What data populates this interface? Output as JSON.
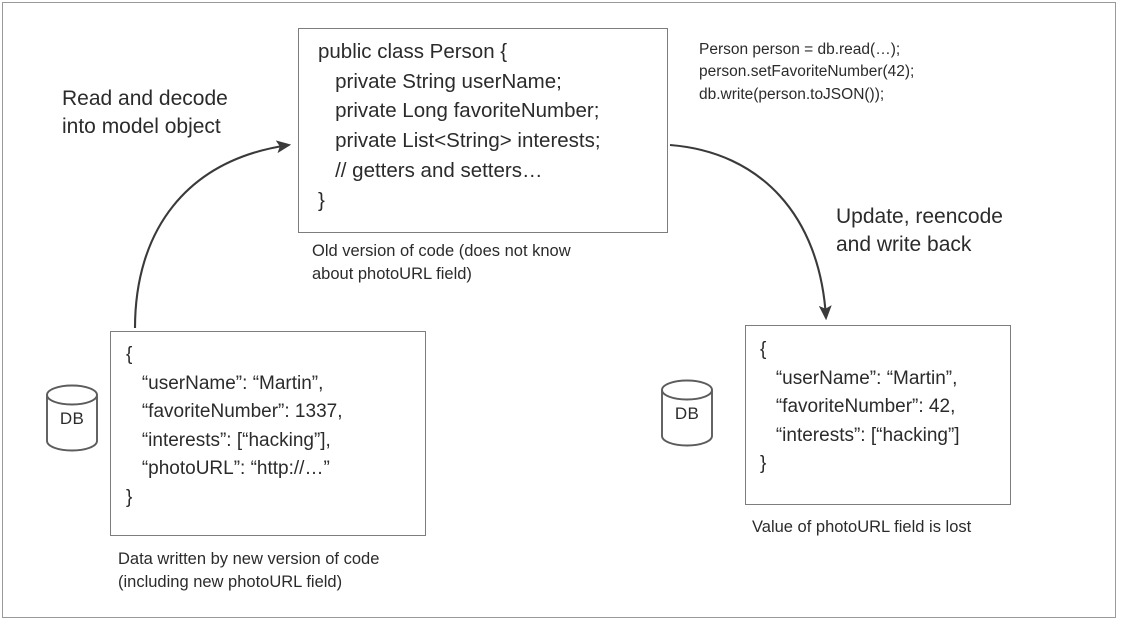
{
  "figure": {
    "code_box": {
      "lines": [
        "public class Person {",
        "   private String userName;",
        "   private Long favoriteNumber;",
        "   private List<String> interests;",
        "   // getters and setters…",
        "}"
      ],
      "text": "public class Person {\n   private String userName;\n   private Long favoriteNumber;\n   private List<String> interests;\n   // getters and setters…\n}",
      "caption": "Old version of code (does not know\nabout photoURL field)"
    },
    "snippet": {
      "lines": [
        "Person person = db.read(…);",
        "person.setFavoriteNumber(42);",
        "db.write(person.toJSON());"
      ],
      "text": "Person person = db.read(…);\nperson.setFavoriteNumber(42);\ndb.write(person.toJSON());"
    },
    "json_left": {
      "lines": [
        "{",
        "   “userName”: “Martin”,",
        "   “favoriteNumber”: 1337,",
        "   “interests”: [“hacking”],",
        "   “photoURL”: “http://…”",
        "}"
      ],
      "text": "{\n   “userName”: “Martin”,\n   “favoriteNumber”: 1337,\n   “interests”: [“hacking”],\n   “photoURL”: “http://…”\n}",
      "caption": "Data written by new version of code\n(including new photoURL field)",
      "db_label": "DB"
    },
    "json_right": {
      "lines": [
        "{",
        "   “userName”: “Martin”,",
        "   “favoriteNumber”: 42,",
        "   “interests”: [“hacking”]",
        "}"
      ],
      "text": "{\n   “userName”: “Martin”,\n   “favoriteNumber”: 42,\n   “interests”: [“hacking”]\n}",
      "caption": "Value of photoURL field is lost",
      "db_label": "DB"
    },
    "annotations": {
      "read": "Read and decode\ninto model object",
      "update": "Update, reencode\nand write back"
    },
    "colors": {
      "stroke": "#7d7d7d",
      "text": "#2b2b2b",
      "arrow": "#3a3a3a",
      "background": "#ffffff",
      "frame": "#9a9a9a"
    }
  }
}
